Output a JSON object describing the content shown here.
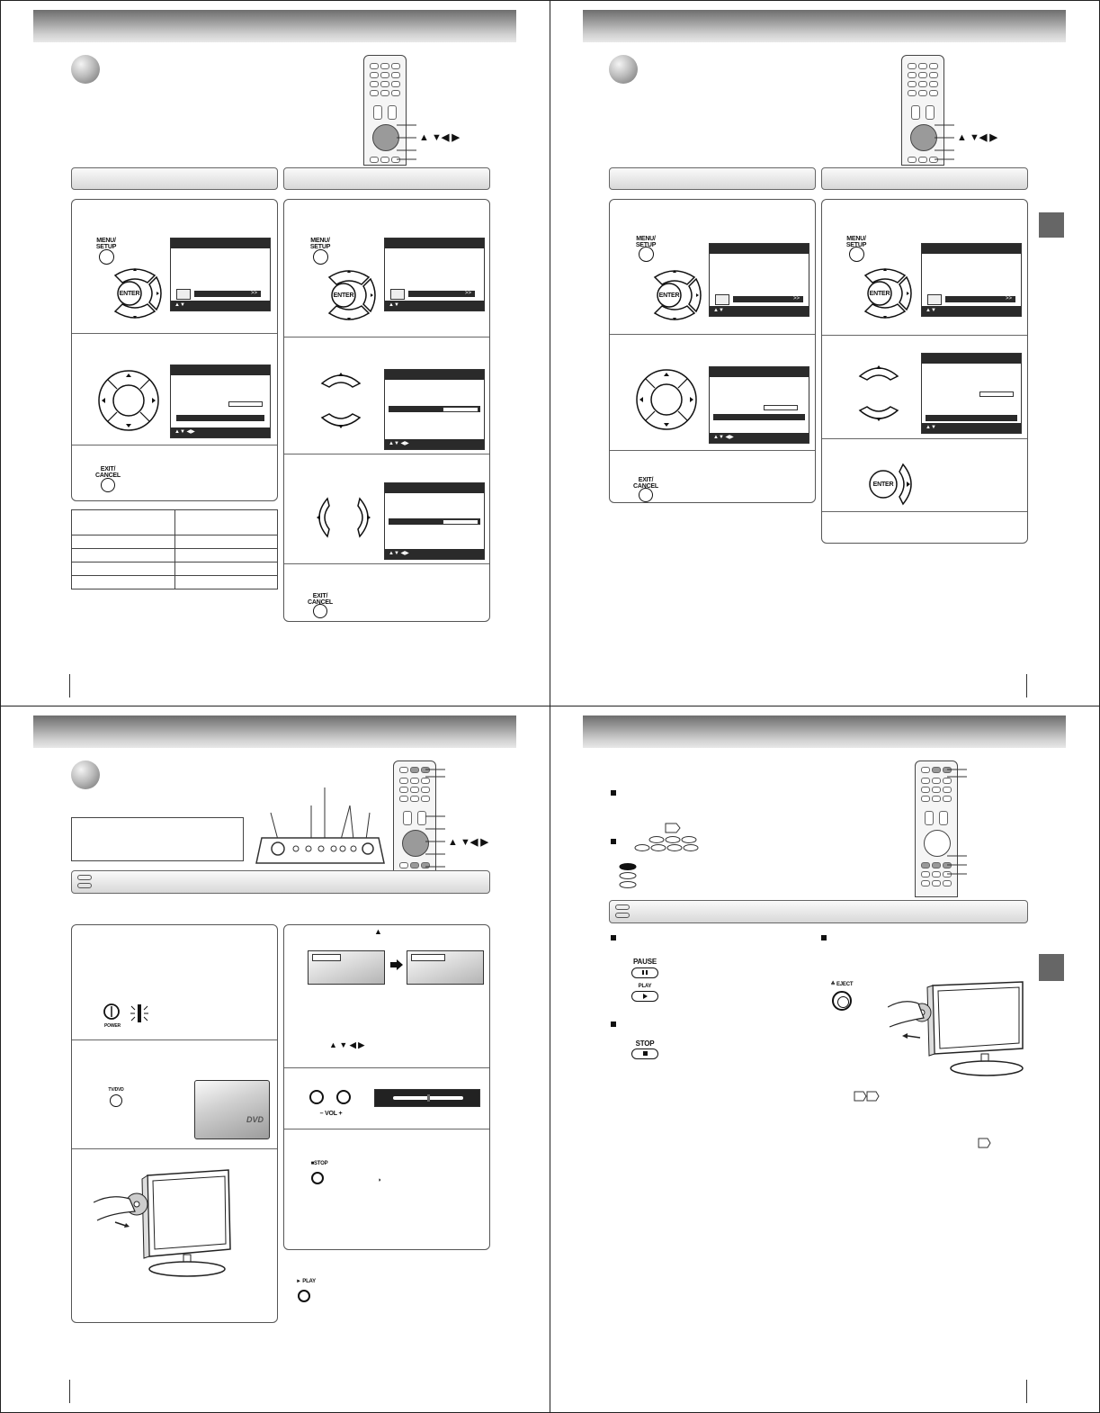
{
  "labels": {
    "menu_setup": "MENU/ SETUP",
    "enter": "ENTER",
    "exit_cancel": "EXIT/ CANCEL",
    "arrows": "▲ ▼◀ ▶",
    "arrows_small": "▲ ▼  ◀ ▶",
    "screen_nav": "▲▼",
    "screen_nav_lr": "▲▼        ◀▶",
    "screen_more": ">>",
    "power": "POWER",
    "tv_dvd": "TV/DVD",
    "vol": "–   VOL   +",
    "stop": "■STOP",
    "play": "► PLAY",
    "pause": "PAUSE",
    "play_bold": "PLAY",
    "stop_bold": "STOP",
    "eject": "≜ EJECT",
    "dvd_logo": "DVD"
  },
  "icons": {
    "remote": "remote-control-icon",
    "power_button": "power-button-icon",
    "tv": "tv-set-icon",
    "disc": "disc-icon"
  },
  "colors": {
    "header_dark": "#6e6e6e",
    "tab_gray": "#666666",
    "screen_dark": "#2a2a2a"
  }
}
